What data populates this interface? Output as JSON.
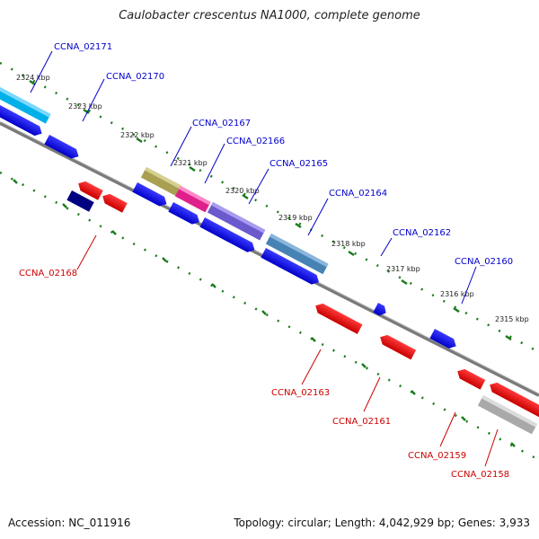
{
  "title": "Caulobacter crescentus NA1000, complete genome",
  "accession": "Accession: NC_011916",
  "summary": "Topology: circular; Length: 4,042,929 bp; Genes: 3,933",
  "colors": {
    "forward": "#0000ee",
    "reverse": "#ee0000",
    "backbone": "#888888",
    "tick": "#1a7a1a"
  },
  "ruler": [
    "2324 kbp",
    "2323 kbp",
    "2322 kbp",
    "2321 kbp",
    "2320 kbp",
    "2319 kbp",
    "2318 kbp",
    "2317 kbp",
    "2316 kbp",
    "2315 kbp"
  ],
  "genes_top": [
    "CCNA_02171",
    "CCNA_02170",
    "CCNA_02167",
    "CCNA_02166",
    "CCNA_02165",
    "CCNA_02164",
    "CCNA_02162",
    "CCNA_02160"
  ],
  "genes_bottom": [
    "CCNA_02168",
    "CCNA_02163",
    "CCNA_02161",
    "CCNA_02159",
    "CCNA_02158"
  ]
}
